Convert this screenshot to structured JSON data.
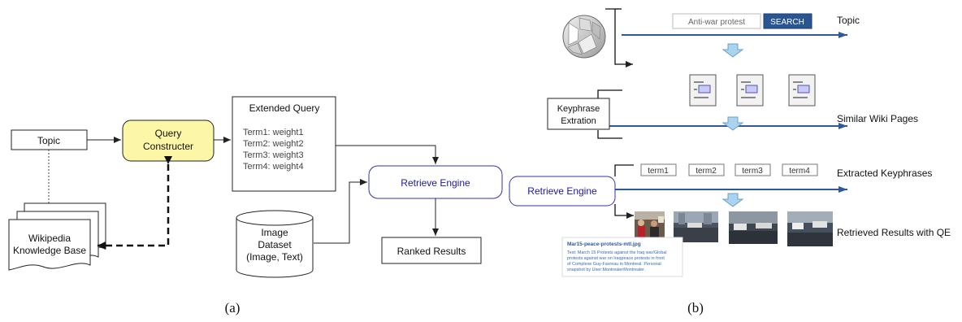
{
  "panel_a": {
    "caption": "(a)",
    "topic_label": "Topic",
    "query_constructer": [
      "Query",
      "Constructer"
    ],
    "extended_query": {
      "title": "Extended Query",
      "terms": [
        "Term1: weight1",
        "Term2: weight2",
        "Term3: weight3",
        "Term4: weight4"
      ]
    },
    "retrieve_engine_label": "Retrieve Engine",
    "image_dataset": [
      "Image",
      "Dataset",
      "(Image, Text)"
    ],
    "ranked_results_label": "Ranked Results",
    "wikipedia_kb": [
      "Wikipedia",
      "Knowledge Base"
    ]
  },
  "panel_b": {
    "caption": "(b)",
    "search_query": "Anti-war protest",
    "search_button": "SEARCH",
    "row_labels": {
      "topic": "Topic",
      "similar_wiki_pages": "Similar Wiki Pages",
      "extracted_keyphrases": "Extracted Keyphrases",
      "retrieved_results": "Retrieved Results with QE"
    },
    "keyphrase_extraction": [
      "Keyphrase",
      "Extration"
    ],
    "retrieve_engine_label": "Retrieve Engine",
    "terms": [
      "term1",
      "term2",
      "term3",
      "term4"
    ],
    "snippet": {
      "title": "Mar15-peace-protests-mtl.jpg",
      "lines": [
        "Text: March 15 Protests against the Iraq war/Global",
        "protests against war on Iraqpeace protests in front",
        "of Complexe Guy-Favreau in Montreal. Personal",
        "snapshot by User:MontrealerMontrealer."
      ]
    }
  },
  "colors": {
    "accent_blue": "#2e5a9c",
    "query_box_fill": "#fbf7a6",
    "engine_border": "#3333aa",
    "down_arrow": "#a9d3ee"
  }
}
